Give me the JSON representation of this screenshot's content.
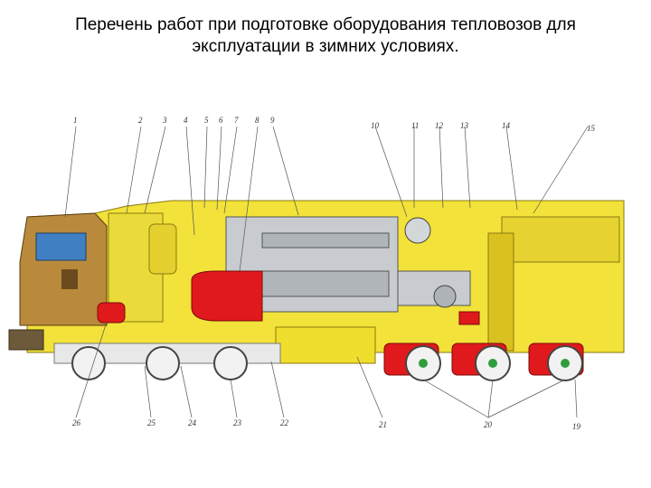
{
  "title": {
    "line1": "Перечень работ при подготовке оборудования тепловозов для",
    "line2": "эксплуатации в зимних условиях."
  },
  "callouts": {
    "top": [
      "1",
      "2",
      "3",
      "4",
      "5",
      "6",
      "7",
      "8",
      "9",
      "10",
      "11",
      "12",
      "13",
      "14",
      "15"
    ],
    "bottom": [
      "26",
      "25",
      "24",
      "23",
      "22",
      "21",
      "20",
      "19"
    ]
  },
  "colors": {
    "body_yellow": "#f2e23a",
    "dark_yellow": "#d9c11f",
    "cab_brown": "#b98a3c",
    "highlight_red": "#e0191c",
    "engine_gray": "#c8ccd0",
    "bogie_gray": "#9aa0a6"
  }
}
